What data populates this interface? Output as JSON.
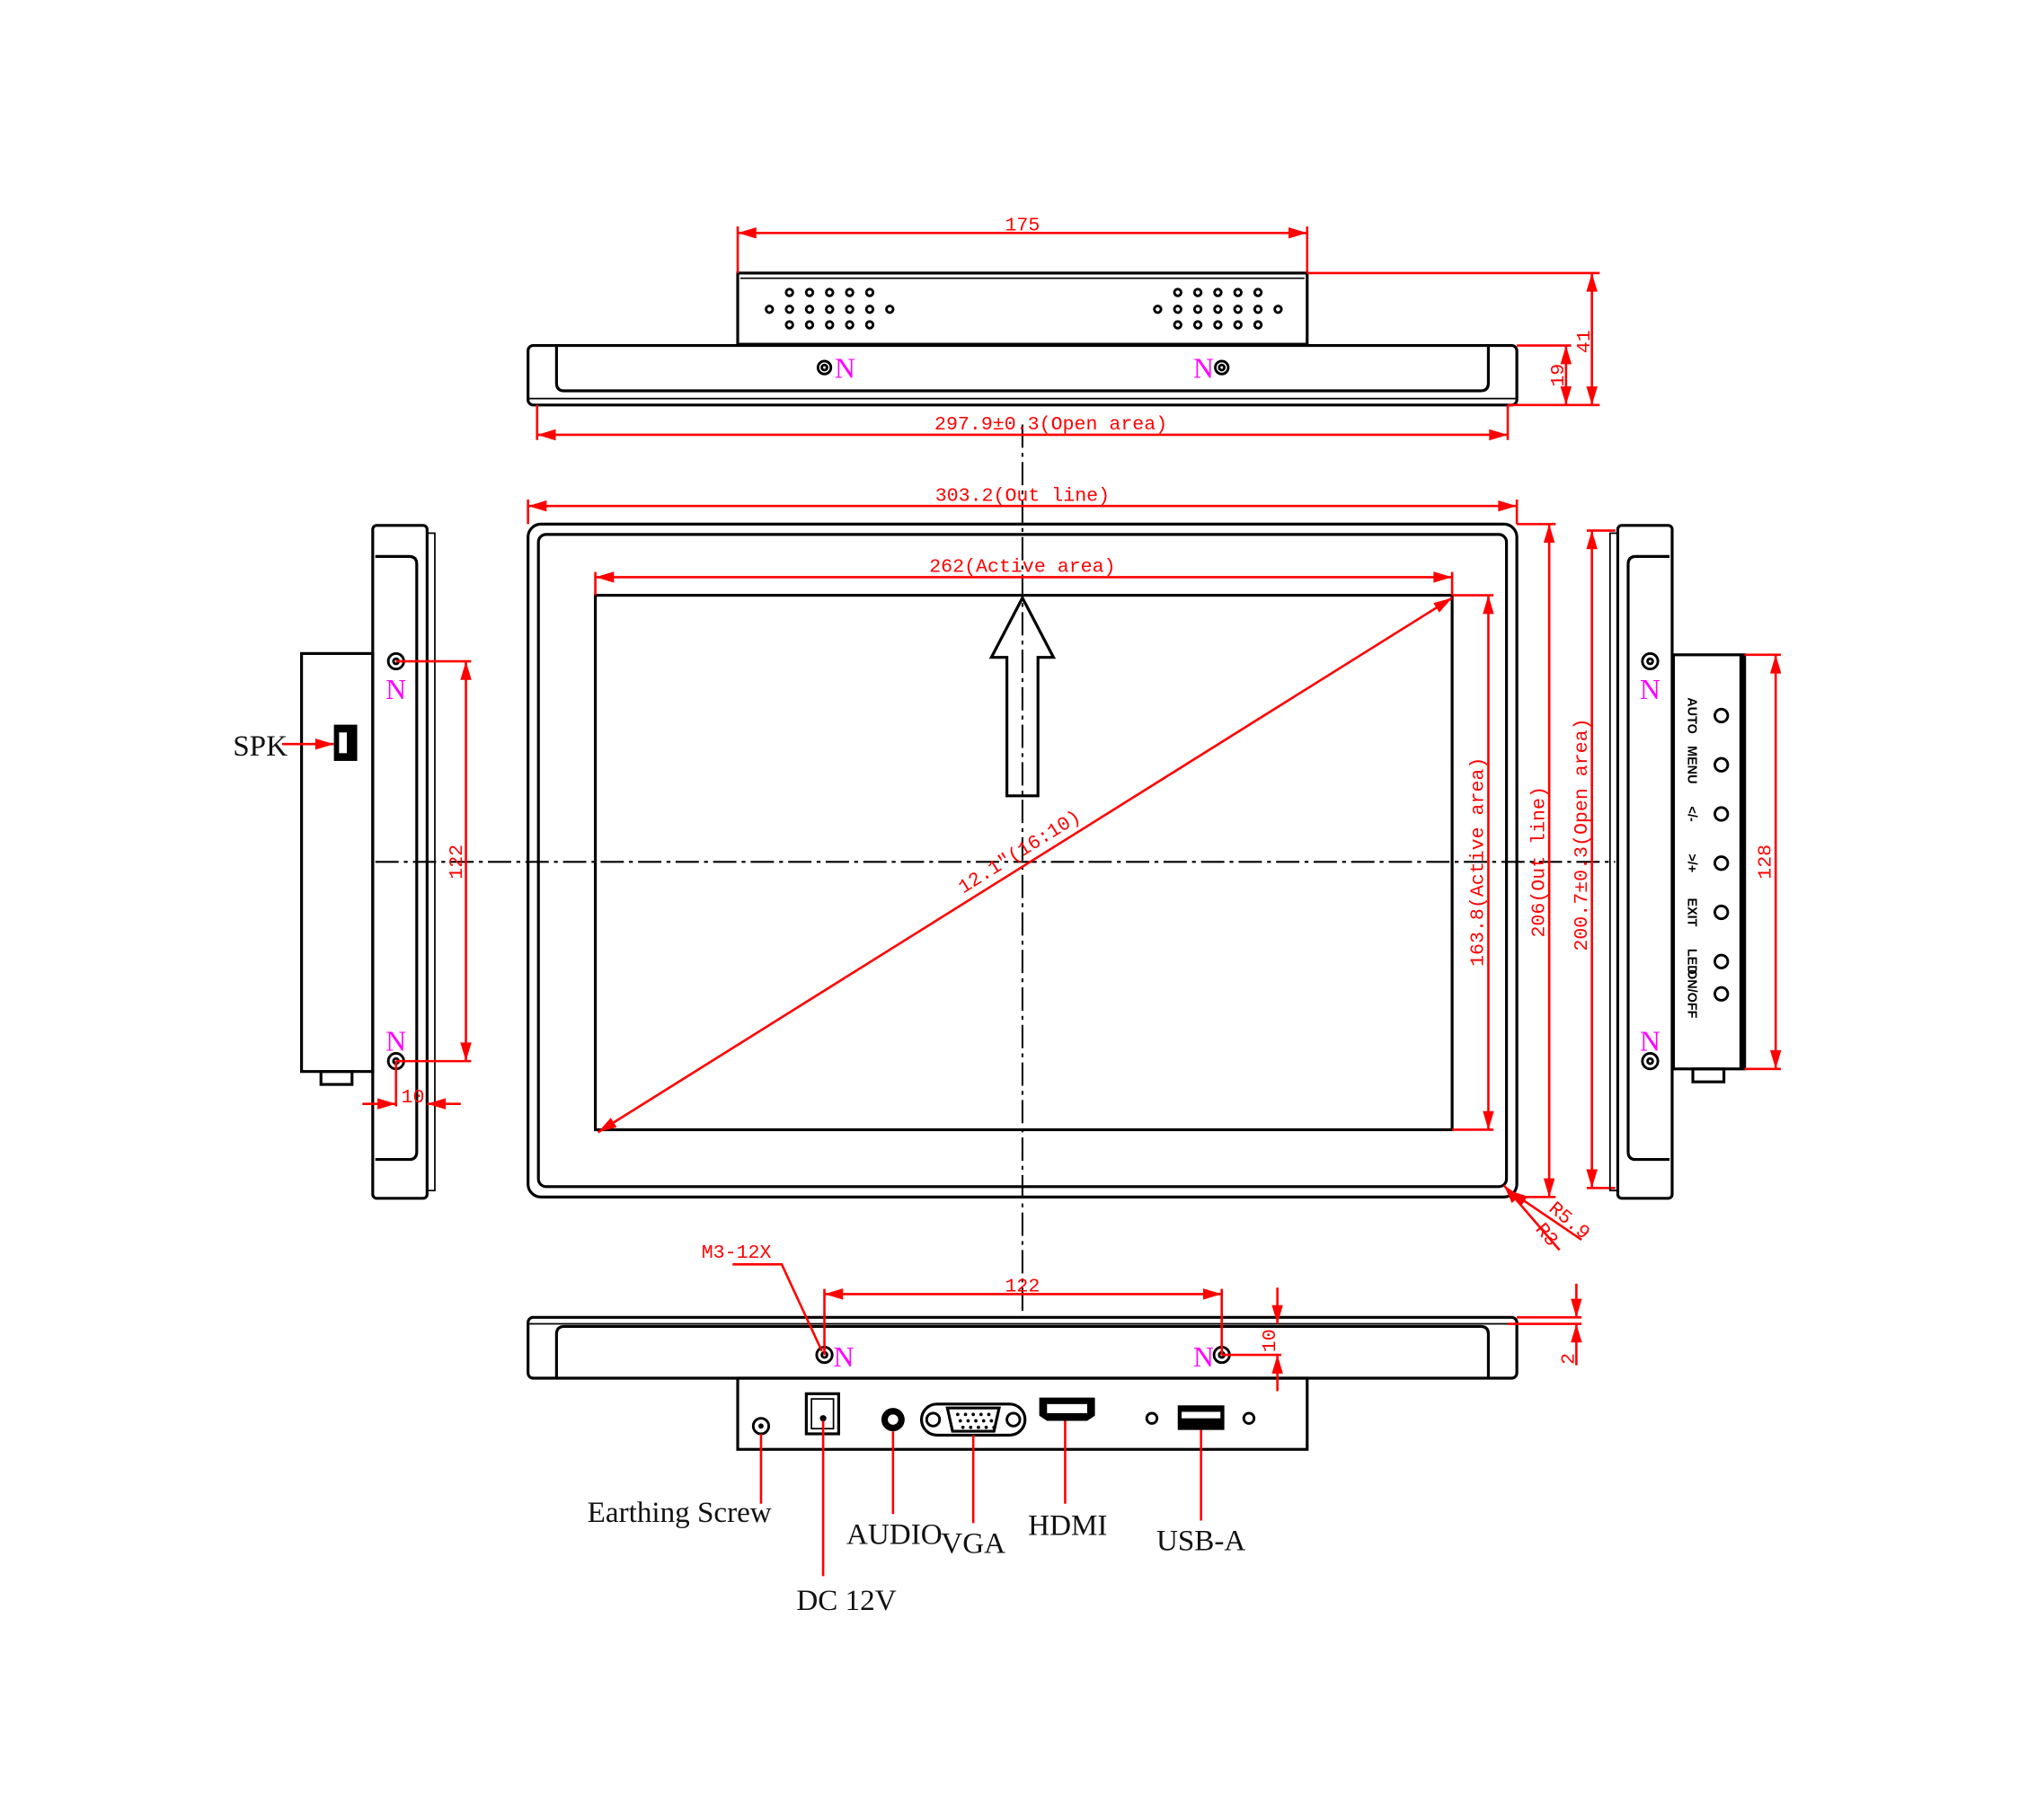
{
  "drawing": {
    "colors": {
      "outline": "#000000",
      "dimension": "#ff0000",
      "screw_mark": "#ff00ff"
    },
    "top_view": {
      "width_back": "175",
      "depth_total": "41",
      "depth_bezel": "19",
      "open_width": "297.9±0.3(Open area)",
      "screw_mark": "N"
    },
    "front_view": {
      "outline_width": "303.2(Out line)",
      "active_width": "262(Active area)",
      "active_height": "163.8(Active area)",
      "outline_height": "206(Out line)",
      "open_height": "200.7±0.3(Open area)",
      "diagonal": "12.1\"(16:10)",
      "radius_outer": "R5.9",
      "radius_inner": "R3"
    },
    "left_view": {
      "speaker_label": "SPK",
      "screw_spacing": "122",
      "screw_offset": "10",
      "screw_mark": "N"
    },
    "right_view": {
      "buttons_span": "128",
      "screw_mark": "N",
      "buttons": [
        "AUTO",
        "MENU",
        "</-",
        ">/+",
        "EXIT",
        "LED",
        "ON/OFF"
      ]
    },
    "bottom_view": {
      "screw_spec": "M3-12X",
      "screw_spacing": "122",
      "screw_offset": "10",
      "bezel_step": "2",
      "screw_mark": "N",
      "connectors": {
        "earthing": "Earthing Screw",
        "dc": "DC 12V",
        "audio": "AUDIO",
        "vga": "VGA",
        "hdmi": "HDMI",
        "usb": "USB-A"
      }
    }
  }
}
